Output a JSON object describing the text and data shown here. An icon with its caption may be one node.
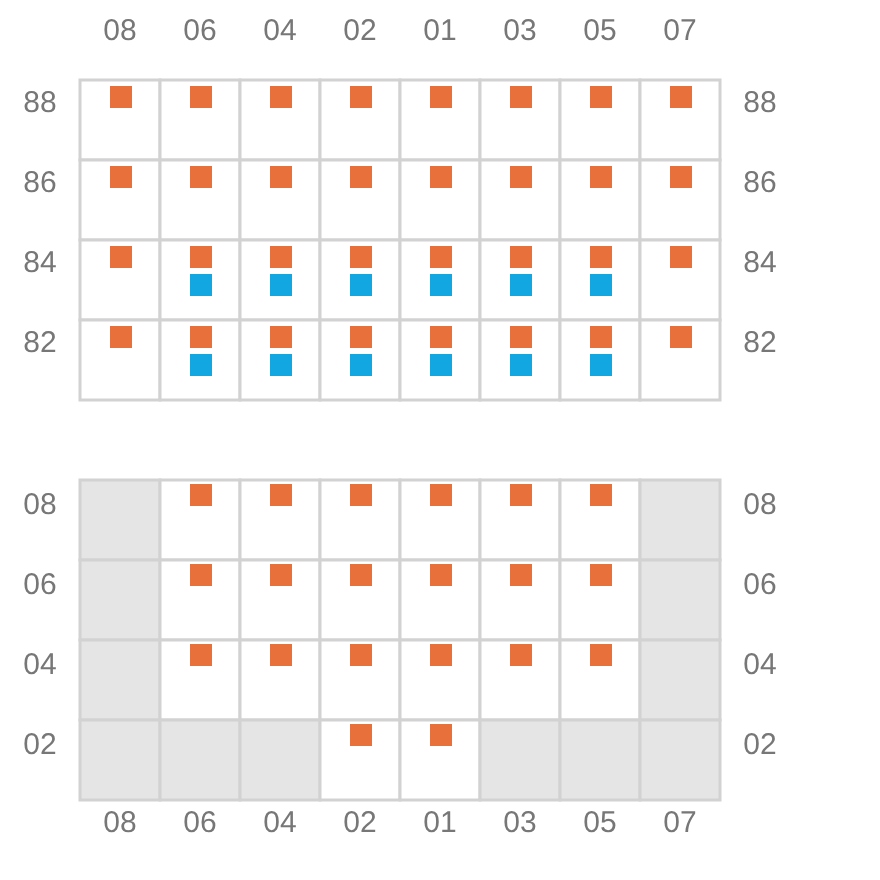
{
  "diagram": {
    "labels": [
      "08",
      "06",
      "04",
      "02",
      "01",
      "03",
      "05",
      "07",
      "88",
      "88",
      "86",
      "86",
      "84",
      "84",
      "82",
      "82",
      "08",
      "08",
      "06",
      "06",
      "04",
      "04",
      "02",
      "02",
      "08",
      "06",
      "04",
      "02",
      "01",
      "03",
      "05",
      "07"
    ]
  }
}
